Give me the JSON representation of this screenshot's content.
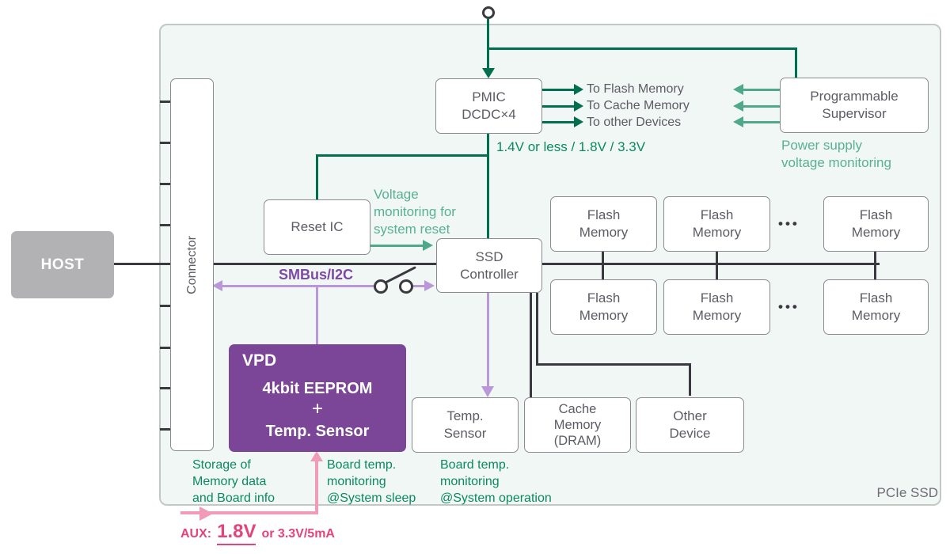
{
  "board": {
    "label": "PCIe SSD"
  },
  "host": {
    "label": "HOST"
  },
  "connector": {
    "label": "Connector"
  },
  "power": {
    "rail_note": "1.4V or less / 1.8V / 3.3V",
    "aux_prefix": "AUX:",
    "aux_voltage": "1.8V",
    "aux_suffix": "or 3.3V/5mA"
  },
  "pmic": {
    "line1": "PMIC",
    "line2": "DCDC×4",
    "outputs": [
      "To Flash Memory",
      "To Cache Memory",
      "To other Devices"
    ]
  },
  "supervisor": {
    "line1": "Programmable",
    "line2": "Supervisor",
    "note1": "Power supply",
    "note2": "voltage monitoring"
  },
  "reset_ic": {
    "label": "Reset IC",
    "note1": "Voltage",
    "note2": "monitoring for",
    "note3": "system reset"
  },
  "ssd": {
    "line1": "SSD",
    "line2": "Controller"
  },
  "smbus": {
    "label": "SMBus/I2C"
  },
  "flash": {
    "line1": "Flash",
    "line2": "Memory",
    "ellipsis": "•••"
  },
  "vpd": {
    "title": "VPD",
    "line2": "4kbit EEPROM",
    "plus": "+",
    "line4": "Temp. Sensor",
    "note1": "Storage of",
    "note2": "Memory data",
    "note3": "and Board info",
    "sleep_note1": "Board temp.",
    "sleep_note2": "monitoring",
    "sleep_note3": "@System sleep"
  },
  "temp_sensor": {
    "line1": "Temp.",
    "line2": "Sensor",
    "note1": "Board temp.",
    "note2": "monitoring",
    "note3": "@System operation"
  },
  "cache": {
    "line1": "Cache",
    "line2": "Memory",
    "line3": "(DRAM)"
  },
  "other": {
    "line1": "Other",
    "line2": "Device"
  },
  "colors": {
    "dark_green": "#006F4E",
    "mid_green": "#4EA98B",
    "light_green": "#58B095",
    "note_green": "#0A8A61",
    "purple_line": "#BA97D9",
    "purple_text": "#7C4AA5",
    "vpd_purple": "#7B4697",
    "pink_line": "#F29BB8",
    "pink_text": "#E34579",
    "line_dark": "#3A393F"
  }
}
